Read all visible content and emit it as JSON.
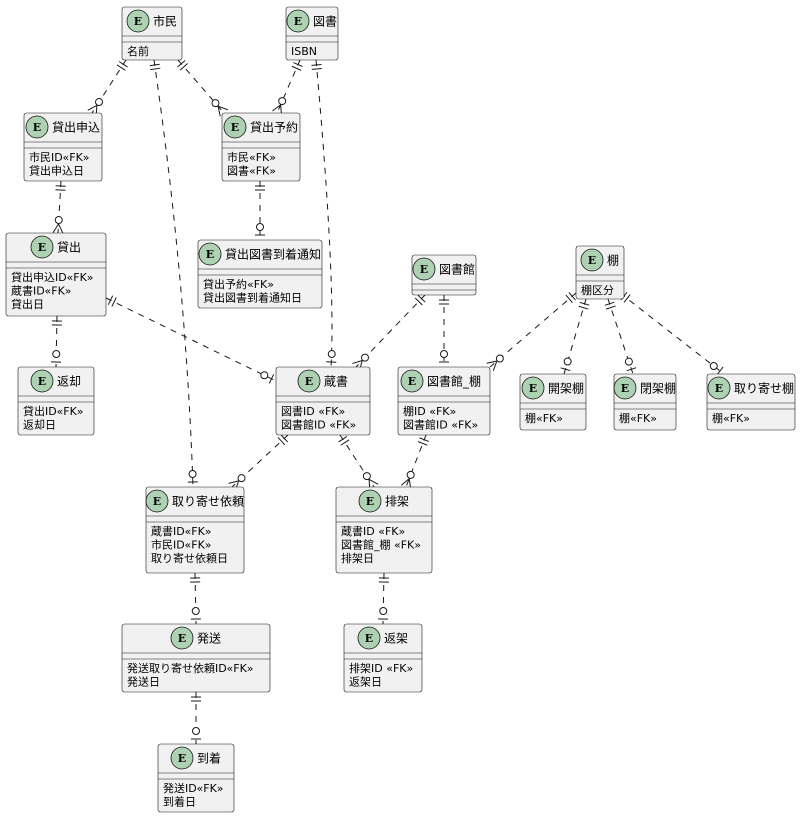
{
  "entities": [
    {
      "id": "shimin",
      "name": "市民",
      "attributes": [
        "名前"
      ]
    },
    {
      "id": "tosho",
      "name": "図書",
      "attributes": [
        "ISBN"
      ]
    },
    {
      "id": "kashidashi_moushikomi",
      "name": "貸出申込",
      "attributes": [
        "市民ID«FK»",
        "貸出申込日"
      ]
    },
    {
      "id": "kashidashi_yoyaku",
      "name": "貸出予約",
      "attributes": [
        "市民«FK»",
        "図書«FK»"
      ]
    },
    {
      "id": "kashidashi",
      "name": "貸出",
      "attributes": [
        "貸出申込ID«FK»",
        "蔵書ID«FK»",
        "貸出日"
      ]
    },
    {
      "id": "touchaku_tsuchi",
      "name": "貸出図書到着通知",
      "attributes": [
        "貸出予約«FK»",
        "貸出図書到着通知日"
      ]
    },
    {
      "id": "toshokan",
      "name": "図書館",
      "attributes": []
    },
    {
      "id": "tana",
      "name": "棚",
      "attributes": [
        "棚区分"
      ]
    },
    {
      "id": "henkyaku",
      "name": "返却",
      "attributes": [
        "貸出ID«FK»",
        "返却日"
      ]
    },
    {
      "id": "zousho",
      "name": "蔵書",
      "attributes": [
        "図書ID «FK»",
        "図書館ID «FK»"
      ]
    },
    {
      "id": "toshokan_tana",
      "name": "図書館_棚",
      "attributes": [
        "棚ID «FK»",
        "図書館ID «FK»"
      ]
    },
    {
      "id": "kaika_tana",
      "name": "開架棚",
      "attributes": [
        "棚«FK»"
      ]
    },
    {
      "id": "heika_tana",
      "name": "閉架棚",
      "attributes": [
        "棚«FK»"
      ]
    },
    {
      "id": "toriyose_tana",
      "name": "取り寄せ棚",
      "attributes": [
        "棚«FK»"
      ]
    },
    {
      "id": "toriyose_irai",
      "name": "取り寄せ依頼",
      "attributes": [
        "蔵書ID«FK»",
        "市民ID«FK»",
        "取り寄せ依頼日"
      ]
    },
    {
      "id": "haika",
      "name": "排架",
      "attributes": [
        "蔵書ID «FK»",
        "図書館_棚 «FK»",
        "排架日"
      ]
    },
    {
      "id": "hassou",
      "name": "発送",
      "attributes": [
        "発送取り寄せ依頼ID«FK»",
        "発送日"
      ]
    },
    {
      "id": "henka",
      "name": "返架",
      "attributes": [
        "排架ID «FK»",
        "返架日"
      ]
    },
    {
      "id": "touchaku",
      "name": "到着",
      "attributes": [
        "発送ID«FK»",
        "到着日"
      ]
    }
  ],
  "relationships": [
    {
      "from": "shimin",
      "to": "kashidashi_moushikomi",
      "from_card": "exactly-one",
      "to_card": "zero-or-many"
    },
    {
      "from": "shimin",
      "to": "kashidashi_yoyaku",
      "from_card": "exactly-one",
      "to_card": "zero-or-many"
    },
    {
      "from": "shimin",
      "to": "toriyose_irai",
      "from_card": "exactly-one",
      "to_card": "zero-or-one"
    },
    {
      "from": "tosho",
      "to": "kashidashi_yoyaku",
      "from_card": "exactly-one",
      "to_card": "zero-or-many"
    },
    {
      "from": "tosho",
      "to": "zousho",
      "from_card": "exactly-one",
      "to_card": "zero-or-one"
    },
    {
      "from": "kashidashi_moushikomi",
      "to": "kashidashi",
      "from_card": "exactly-one",
      "to_card": "zero-or-many"
    },
    {
      "from": "kashidashi_yoyaku",
      "to": "touchaku_tsuchi",
      "from_card": "exactly-one",
      "to_card": "zero-or-one"
    },
    {
      "from": "kashidashi",
      "to": "henkyaku",
      "from_card": "exactly-one",
      "to_card": "zero-or-one"
    },
    {
      "from": "kashidashi",
      "to": "zousho",
      "from_card": "exactly-one",
      "to_card": "zero-or-one"
    },
    {
      "from": "toshokan",
      "to": "zousho",
      "from_card": "exactly-one",
      "to_card": "zero-or-many"
    },
    {
      "from": "toshokan",
      "to": "toshokan_tana",
      "from_card": "exactly-one",
      "to_card": "zero-or-one"
    },
    {
      "from": "tana",
      "to": "toshokan_tana",
      "from_card": "exactly-one",
      "to_card": "zero-or-many"
    },
    {
      "from": "tana",
      "to": "kaika_tana",
      "from_card": "exactly-one",
      "to_card": "zero-or-one"
    },
    {
      "from": "tana",
      "to": "heika_tana",
      "from_card": "exactly-one",
      "to_card": "zero-or-one"
    },
    {
      "from": "tana",
      "to": "toriyose_tana",
      "from_card": "exactly-one",
      "to_card": "zero-or-one"
    },
    {
      "from": "zousho",
      "to": "toriyose_irai",
      "from_card": "exactly-one",
      "to_card": "zero-or-many"
    },
    {
      "from": "zousho",
      "to": "haika",
      "from_card": "exactly-one",
      "to_card": "zero-or-many"
    },
    {
      "from": "toshokan_tana",
      "to": "haika",
      "from_card": "exactly-one",
      "to_card": "zero-or-many"
    },
    {
      "from": "toriyose_irai",
      "to": "hassou",
      "from_card": "exactly-one",
      "to_card": "zero-or-one"
    },
    {
      "from": "haika",
      "to": "henka",
      "from_card": "exactly-one",
      "to_card": "zero-or-one"
    },
    {
      "from": "hassou",
      "to": "touchaku",
      "from_card": "exactly-one",
      "to_card": "zero-or-one"
    }
  ],
  "style": {
    "entity_fill": "#f1f1f1",
    "entity_stroke": "#181818",
    "badge_fill": "#add1b2",
    "badge_letter": "E",
    "line_color": "#181818"
  }
}
